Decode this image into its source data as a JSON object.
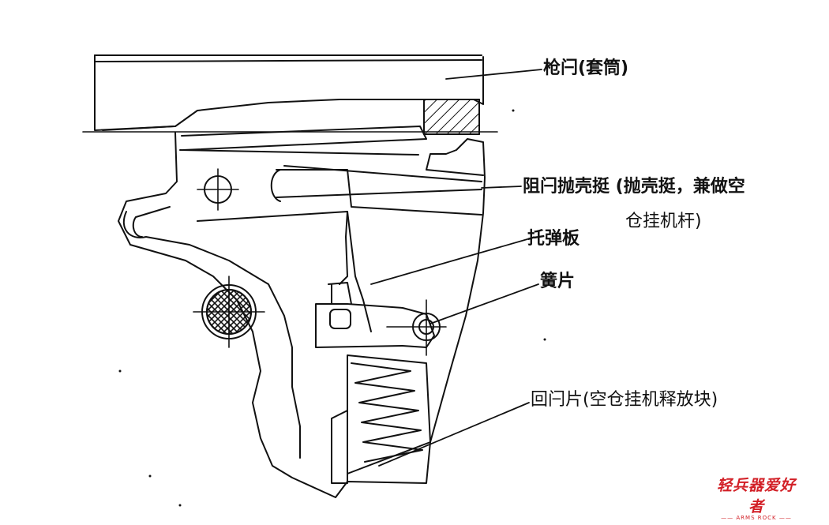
{
  "labels": {
    "slide": "枪闩(套筒)",
    "ejector_line1": "阻闩抛壳挺 (抛壳挺，兼做空",
    "ejector_line2": "仓挂机杆)",
    "follower": "托弹板",
    "spring": "簧片",
    "release": "回闩片(空仓挂机释放块)"
  },
  "watermark": {
    "main": "轻兵器爱好者",
    "sub": "—— ARMS ROCK ——"
  },
  "colors": {
    "line": "#111111",
    "watermark": "#d21f26"
  }
}
